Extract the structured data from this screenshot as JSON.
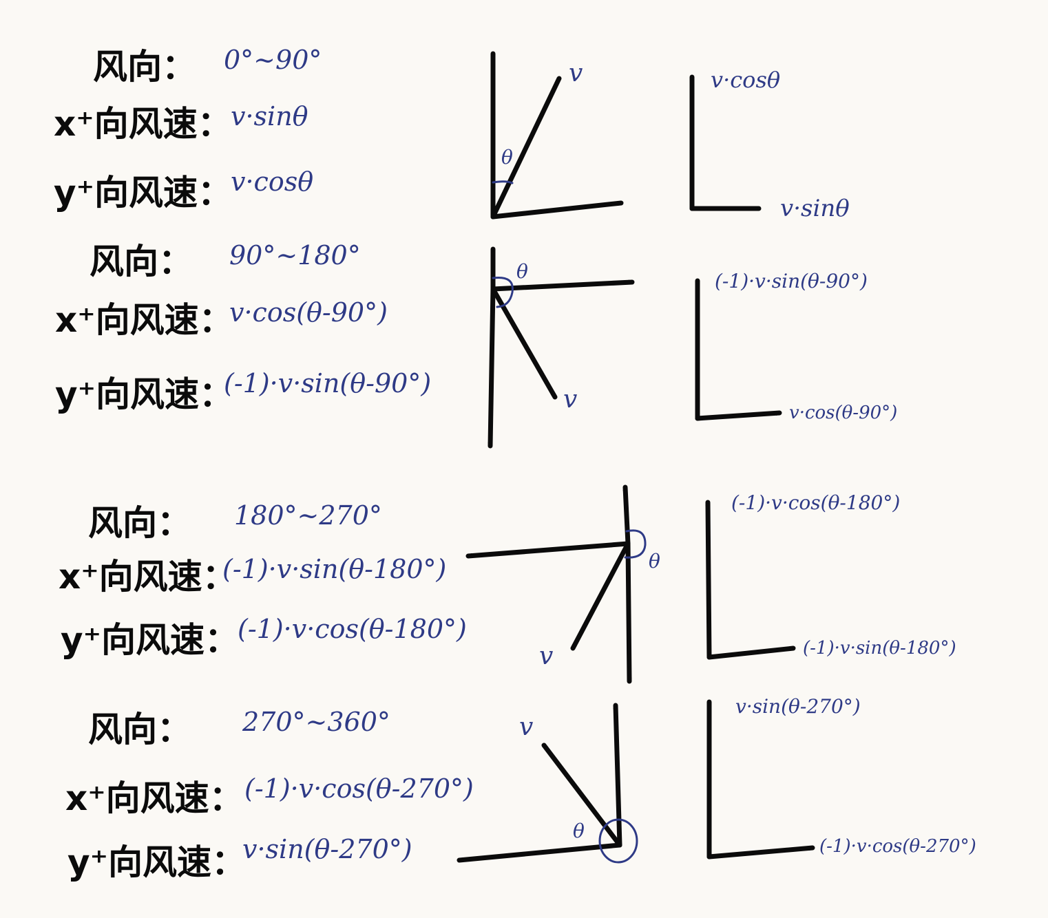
{
  "colors": {
    "ink_black": "#0b0b0b",
    "ink_blue": "#2e3a86",
    "paper": "#fbf9f5"
  },
  "sections": [
    {
      "dir_label": "风向：",
      "dir_range": "0°~90°",
      "x_label": "x⁺向风速：",
      "x_formula": "v·sinθ",
      "y_label": "y⁺向风速：",
      "y_formula": "v·cosθ",
      "vec_v": "v",
      "vec_theta": "θ",
      "comp_up": "v·cosθ",
      "comp_right": "v·sinθ"
    },
    {
      "dir_label": "风向：",
      "dir_range": "90°~180°",
      "x_label": "x⁺向风速：",
      "x_formula": "v·cos(θ-90°)",
      "y_label": "y⁺向风速：",
      "y_formula": "(-1)·v·sin(θ-90°)",
      "vec_v": "v",
      "vec_theta": "θ",
      "comp_up": "(-1)·v·sin(θ-90°)",
      "comp_right": "v·cos(θ-90°)"
    },
    {
      "dir_label": "风向：",
      "dir_range": "180°~270°",
      "x_label": "x⁺向风速：",
      "x_formula": "(-1)·v·sin(θ-180°)",
      "y_label": "y⁺向风速：",
      "y_formula": "(-1)·v·cos(θ-180°)",
      "vec_v": "v",
      "vec_theta": "θ",
      "comp_up": "(-1)·v·cos(θ-180°)",
      "comp_right": "(-1)·v·sin(θ-180°)"
    },
    {
      "dir_label": "风向：",
      "dir_range": "270°~360°",
      "x_label": "x⁺向风速：",
      "x_formula": "(-1)·v·cos(θ-270°)",
      "y_label": "y⁺向风速：",
      "y_formula": "v·sin(θ-270°)",
      "vec_v": "v",
      "vec_theta": "θ",
      "comp_up": "v·sin(θ-270°)",
      "comp_right": "(-1)·v·cos(θ-270°)"
    }
  ]
}
